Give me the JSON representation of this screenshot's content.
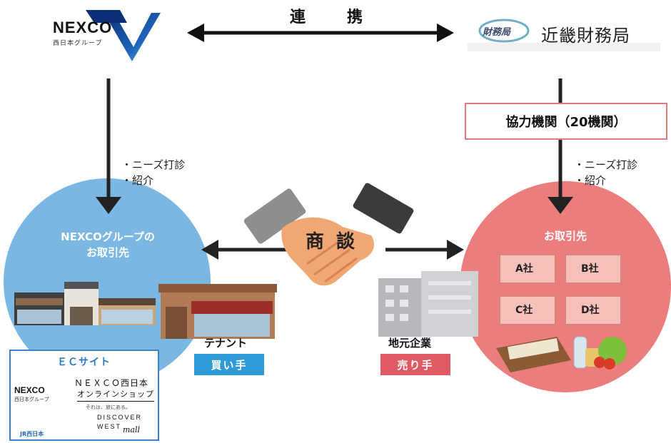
{
  "header": {
    "left_logo": {
      "name": "NEXCO",
      "subtitle": "西日本グループ"
    },
    "center_label": "連　携",
    "right_logo": {
      "emblem_text": "財務局",
      "name": "近畿財務局"
    }
  },
  "right_panel": {
    "cooperating_box": "協力機関（20機関）",
    "bullets": [
      "・ニーズ打診",
      "・紹介"
    ]
  },
  "left_panel": {
    "bullets": [
      "・ニーズ打診",
      "・紹介"
    ],
    "circle_title_line1": "NEXCOグループの",
    "circle_title_line2": "お取引先",
    "tenant_label": "テナント",
    "buyer_badge": "買い手"
  },
  "center": {
    "negotiation_label": "商 談",
    "local_company_label": "地元企業",
    "seller_badge": "売り手"
  },
  "right_circle": {
    "title": "お取引先",
    "companies": [
      "A社",
      "B社",
      "C社",
      "D社"
    ]
  },
  "ec_site": {
    "title": "ＥＣサイト",
    "nexco_logo": "NEXCO",
    "nexco_logo_sub": "西日本グループ",
    "nexco_shop_line1": "ＮＥＸＣＯ西日本",
    "nexco_shop_line2": "オンラインショップ",
    "jr_logo": "JR",
    "jr_sub": "JR西日本",
    "dw_tagline": "それは、旅にある。",
    "dw_line1": "DISCOVER",
    "dw_line2": "WEST",
    "dw_mall": "mall"
  },
  "colors": {
    "nexco_blue": "#1c4e9c",
    "left_circle": "#7ab7e2",
    "right_circle": "#ec7d7d",
    "buyer_badge": "#2e9bd8",
    "seller_badge": "#e05a63",
    "box_border": "#e07b7b",
    "ec_border": "#3b83c9"
  }
}
